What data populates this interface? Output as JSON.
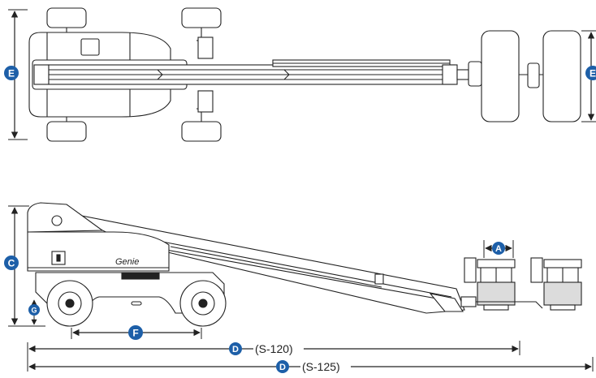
{
  "diagram": {
    "brand_logo": "Genie",
    "markers": {
      "A": "A",
      "C": "C",
      "D": "D",
      "E": "E",
      "F": "F",
      "G": "G"
    },
    "dimension_labels": {
      "s120": "(S-120)",
      "s125": "(S-125)"
    },
    "colors": {
      "marker_fill": "#1d5fa8",
      "line": "#222222",
      "machine_fill": "#ffffff",
      "platform_shade": "#dcdcdc"
    }
  }
}
